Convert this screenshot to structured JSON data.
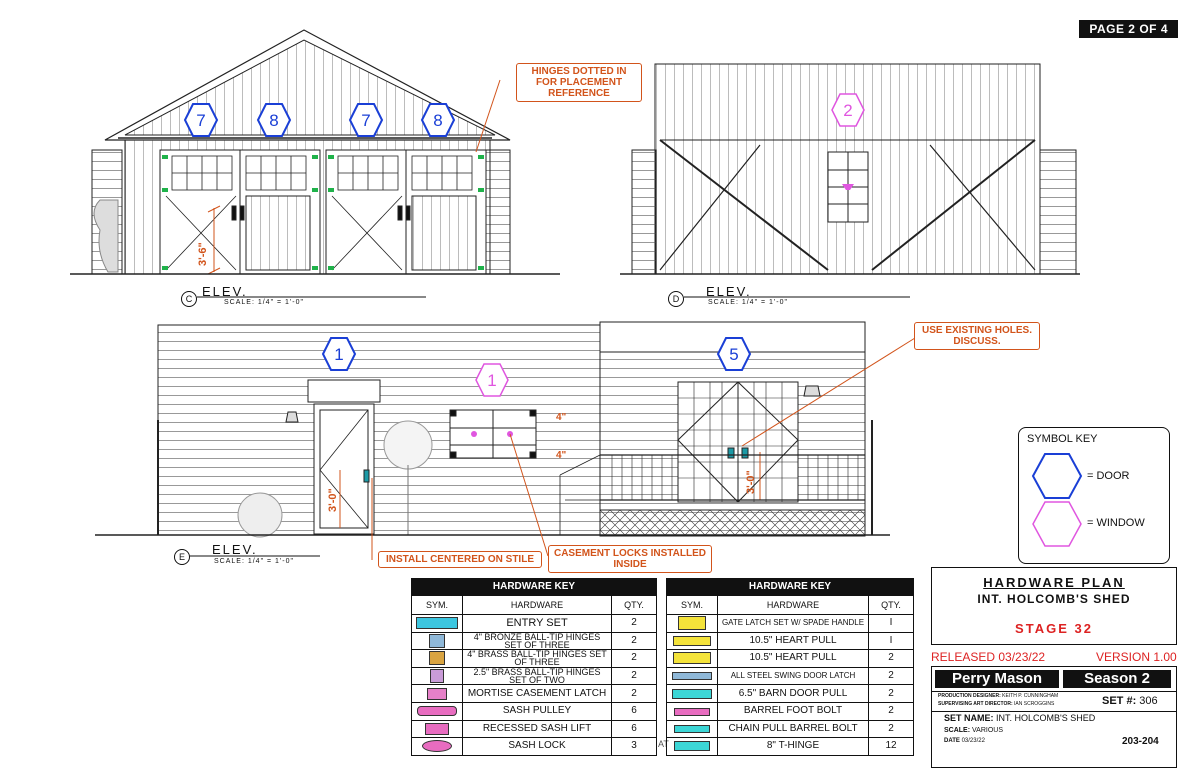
{
  "page_tag": "PAGE 2 OF 4",
  "callouts": {
    "hinges": "HINGES DOTTED IN FOR PLACEMENT REFERENCE",
    "existing_holes": "USE EXISTING HOLES. DISCUSS.",
    "install_centered": "INSTALL CENTERED ON STILE",
    "casement_locks": "CASEMENT LOCKS INSTALLED INSIDE"
  },
  "elevations": {
    "c": {
      "letter": "C",
      "label": "ELEV.",
      "scale": "SCALE: 1/4\" = 1'-0\""
    },
    "d": {
      "letter": "D",
      "label": "ELEV.",
      "scale": "SCALE: 1/4\" = 1'-0\""
    },
    "e": {
      "letter": "E",
      "label": "ELEV.",
      "scale": "SCALE: 1/4\" = 1'-0\""
    }
  },
  "dimensions": {
    "c_height": "3'-6\"",
    "e_door": "3'-0\"",
    "e_porch": "3'-0\"",
    "e_win_top": "4\"",
    "e_win_bottom": "4\""
  },
  "hex_tags": {
    "c1": "7",
    "c2": "8",
    "c3": "7",
    "c4": "8",
    "d1": "2",
    "e1": "1",
    "e2": "1",
    "e3": "5"
  },
  "colors": {
    "door": "#1a3fd6",
    "window": "#e056e0",
    "callout": "#d2541b",
    "released": "#dd2222"
  },
  "hardware_key_left": {
    "title": "HARDWARE KEY",
    "headers": [
      "SYM.",
      "HARDWARE",
      "QTY."
    ],
    "rows": [
      {
        "name": "ENTRY SET",
        "qty": "2",
        "icon": "entry-set-icon"
      },
      {
        "name": "4\" BRONZE BALL-TIP HINGES SET OF THREE",
        "qty": "2",
        "icon": "bronze-hinge-icon"
      },
      {
        "name": "4\" BRASS BALL-TIP HINGES SET OF THREE",
        "qty": "2",
        "icon": "brass-hinge-icon"
      },
      {
        "name": "2.5\" BRASS BALL-TIP HINGES SET OF TWO",
        "qty": "2",
        "icon": "small-hinge-icon"
      },
      {
        "name": "MORTISE CASEMENT LATCH",
        "qty": "2",
        "icon": "casement-latch-icon"
      },
      {
        "name": "SASH PULLEY",
        "qty": "6",
        "icon": "sash-pulley-icon"
      },
      {
        "name": "RECESSED SASH LIFT",
        "qty": "6",
        "icon": "sash-lift-icon"
      },
      {
        "name": "SASH LOCK",
        "qty": "3",
        "icon": "sash-lock-icon"
      }
    ]
  },
  "hardware_key_right": {
    "title": "HARDWARE KEY",
    "headers": [
      "SYM.",
      "HARDWARE",
      "QTY."
    ],
    "rows": [
      {
        "name": "GATE LATCH SET W/ SPADE HANDLE",
        "qty": "I",
        "icon": "gate-latch-icon"
      },
      {
        "name": "10.5\" HEART PULL",
        "qty": "I",
        "icon": "heart-pull-icon"
      },
      {
        "name": "10.5\" HEART PULL",
        "qty": "2",
        "icon": "heart-pull-yellow-icon"
      },
      {
        "name": "ALL STEEL SWING DOOR LATCH",
        "qty": "2",
        "icon": "swing-latch-icon"
      },
      {
        "name": "6.5\" BARN DOOR PULL",
        "qty": "2",
        "icon": "barn-pull-icon"
      },
      {
        "name": "BARREL FOOT BOLT",
        "qty": "2",
        "icon": "barrel-bolt-icon"
      },
      {
        "name": "CHAIN PULL BARREL BOLT",
        "qty": "2",
        "icon": "chain-bolt-icon"
      },
      {
        "name": "8\" T-HINGE",
        "qty": "12",
        "icon": "t-hinge-icon"
      }
    ]
  },
  "stray_text": "AT",
  "symbol_key": {
    "title": "SYMBOL KEY",
    "door": "= DOOR",
    "window": "= WINDOW"
  },
  "title_block": {
    "title": "HARDWARE PLAN",
    "subtitle": "INT. HOLCOMB'S SHED",
    "stage": "STAGE 32"
  },
  "release": {
    "released": "RELEASED 03/23/22",
    "version": "VERSION 1.00"
  },
  "info_block": {
    "show": "Perry Mason",
    "season": "Season 2",
    "designer_label": "PRODUCTION DESIGNER:",
    "designer": "KEITH P. CUNNINGHAM",
    "art_director_label": "SUPERVISING ART DIRECTOR:",
    "art_director": "IAN SCROGGINS",
    "set_label": "SET #:",
    "set_number": "306",
    "set_name_label": "SET NAME:",
    "set_name": "INT. HOLCOMB'S SHED",
    "scale_label": "SCALE:",
    "scale": "VARIOUS",
    "date_label": "DATE",
    "date": "03/23/22",
    "sheet": "203-204"
  }
}
